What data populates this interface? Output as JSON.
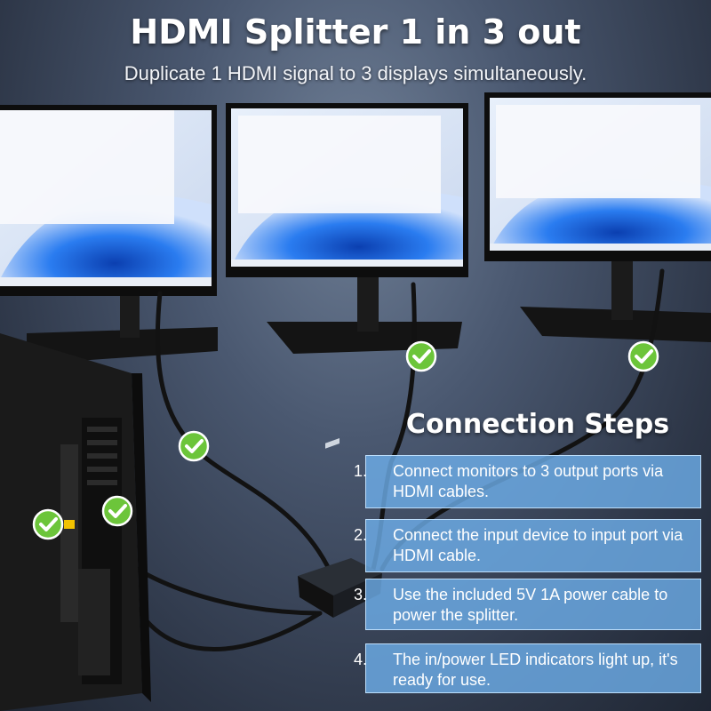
{
  "header": {
    "title": "HDMI Splitter 1 in 3 out",
    "subtitle": "Duplicate 1 HDMI signal to 3 displays simultaneously."
  },
  "connection": {
    "heading": "Connection Steps",
    "steps": [
      {
        "number": "1.",
        "text": "Connect monitors to 3 output ports via HDMI cables."
      },
      {
        "number": "2.",
        "text": "Connect the input device to input port via HDMI cable."
      },
      {
        "number": "3.",
        "text": "Use the included 5V 1A power cable to power the splitter."
      },
      {
        "number": "4.",
        "text": "The in/power LED indicators light up, it's ready for use."
      }
    ]
  },
  "colors": {
    "check_green": "#6cc53a",
    "step_box": "#6eafeb",
    "wallpaper_blue": "#1f5fd8"
  },
  "icons": [
    "check-icon",
    "monitor",
    "pc-tower",
    "hdmi-splitter"
  ]
}
